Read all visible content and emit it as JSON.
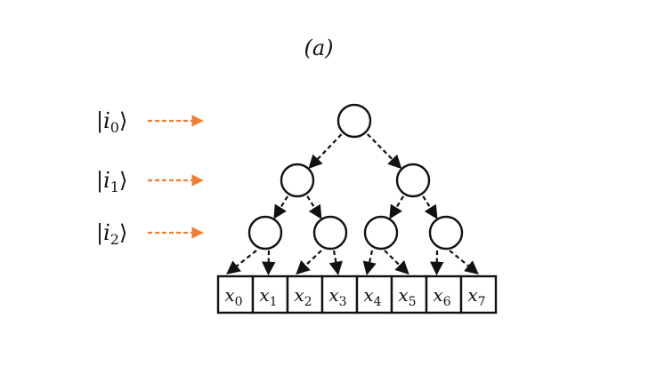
{
  "panel_label": "(a)",
  "address_qubits": [
    {
      "ket_open": "|",
      "symbol": "i",
      "index": "0",
      "ket_close": "⟩"
    },
    {
      "ket_open": "|",
      "symbol": "i",
      "index": "1",
      "ket_close": "⟩"
    },
    {
      "ket_open": "|",
      "symbol": "i",
      "index": "2",
      "ket_close": "⟩"
    }
  ],
  "memory_cells": [
    {
      "symbol": "x",
      "index": "0"
    },
    {
      "symbol": "x",
      "index": "1"
    },
    {
      "symbol": "x",
      "index": "2"
    },
    {
      "symbol": "x",
      "index": "3"
    },
    {
      "symbol": "x",
      "index": "4"
    },
    {
      "symbol": "x",
      "index": "5"
    },
    {
      "symbol": "x",
      "index": "6"
    },
    {
      "symbol": "x",
      "index": "7"
    }
  ],
  "tree_levels": [
    1,
    2,
    4
  ],
  "colors": {
    "pointer_arrow": "#f07d32",
    "stroke": "#111111",
    "background": "#ffffff"
  }
}
